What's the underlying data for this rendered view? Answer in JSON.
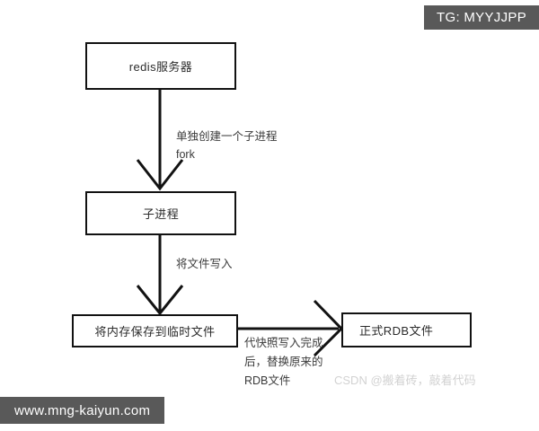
{
  "diagram": {
    "nodes": [
      {
        "id": "redis",
        "label": "redis服务器"
      },
      {
        "id": "child",
        "label": "子进程"
      },
      {
        "id": "temp",
        "label": "将内存保存到临时文件"
      },
      {
        "id": "rdb",
        "label": "正式RDB文件"
      }
    ],
    "edges": [
      {
        "id": "fork",
        "from": "redis",
        "to": "child",
        "lines": [
          "单独创建一个子进程",
          "fork"
        ]
      },
      {
        "id": "write",
        "from": "child",
        "to": "temp",
        "lines": [
          "将文件写入"
        ]
      },
      {
        "id": "replace",
        "from": "temp",
        "to": "rdb",
        "lines": [
          "代快照写入完成",
          "后，替换原来的",
          "RDB文件"
        ]
      }
    ],
    "stroke_color": "#121212",
    "text_color": "#2b2b2b"
  },
  "overlays": {
    "tg_badge": "TG: MYYJJPP",
    "site_banner": "www.mng-kaiyun.com",
    "watermark": "CSDN @搬着砖，敲着代码",
    "badge_color": "#595959",
    "watermark_color": "#d2d2d2"
  }
}
